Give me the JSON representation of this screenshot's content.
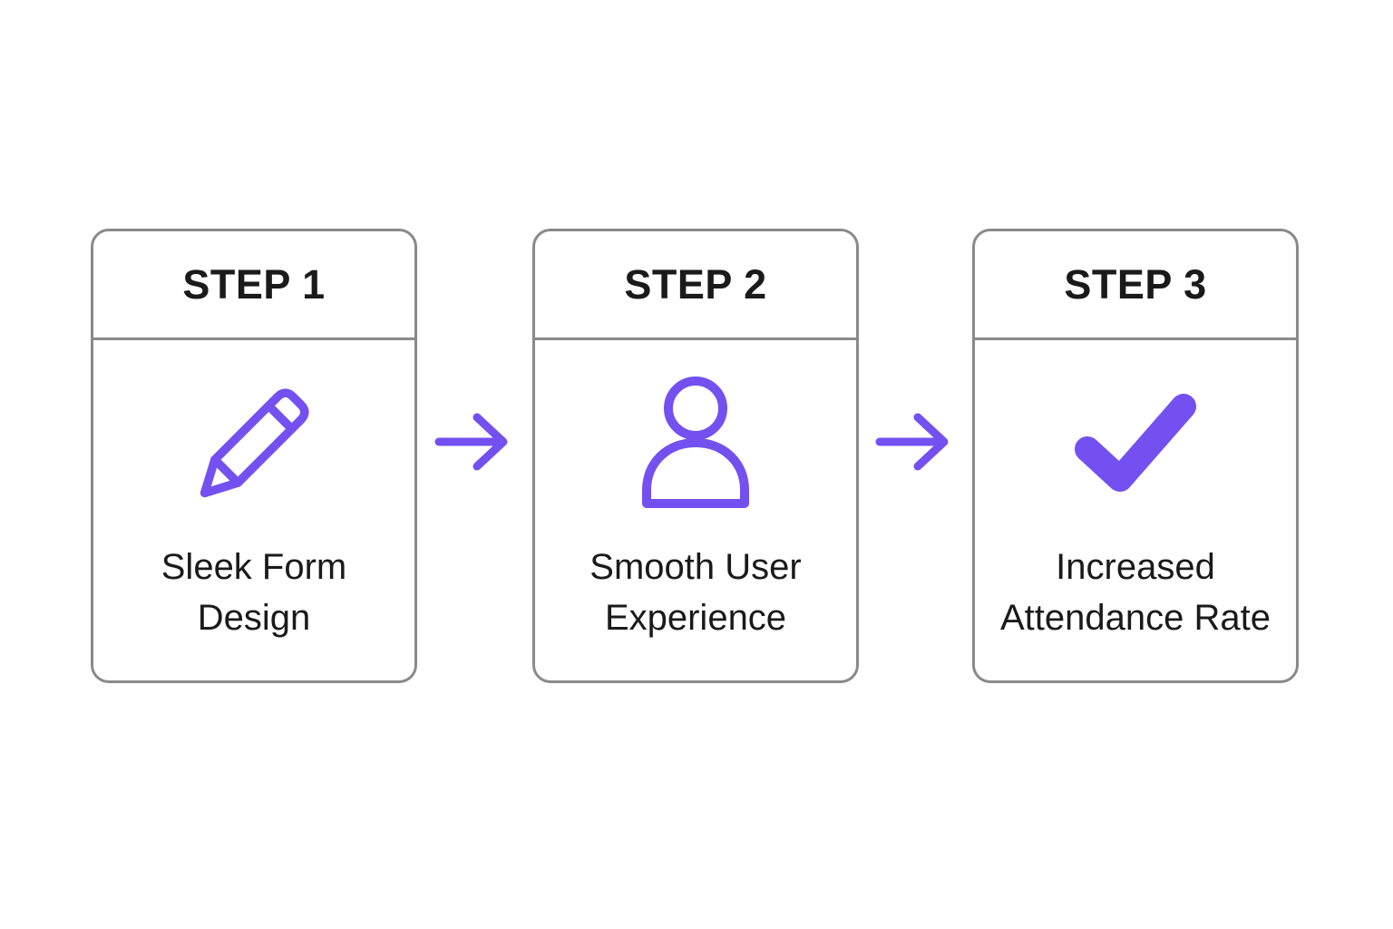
{
  "colors": {
    "accent": "#7450F0",
    "border": "#8A8A8A",
    "text": "#1A1A1A",
    "background": "#FFFFFF"
  },
  "steps": [
    {
      "title": "STEP 1",
      "caption": "Sleek Form Design",
      "icon": "pencil-icon"
    },
    {
      "title": "STEP 2",
      "caption": "Smooth User Experience",
      "icon": "user-icon"
    },
    {
      "title": "STEP 3",
      "caption": "Increased Attendance Rate",
      "icon": "check-icon"
    }
  ],
  "arrows": [
    {
      "icon": "arrow-right-icon"
    },
    {
      "icon": "arrow-right-icon"
    }
  ]
}
